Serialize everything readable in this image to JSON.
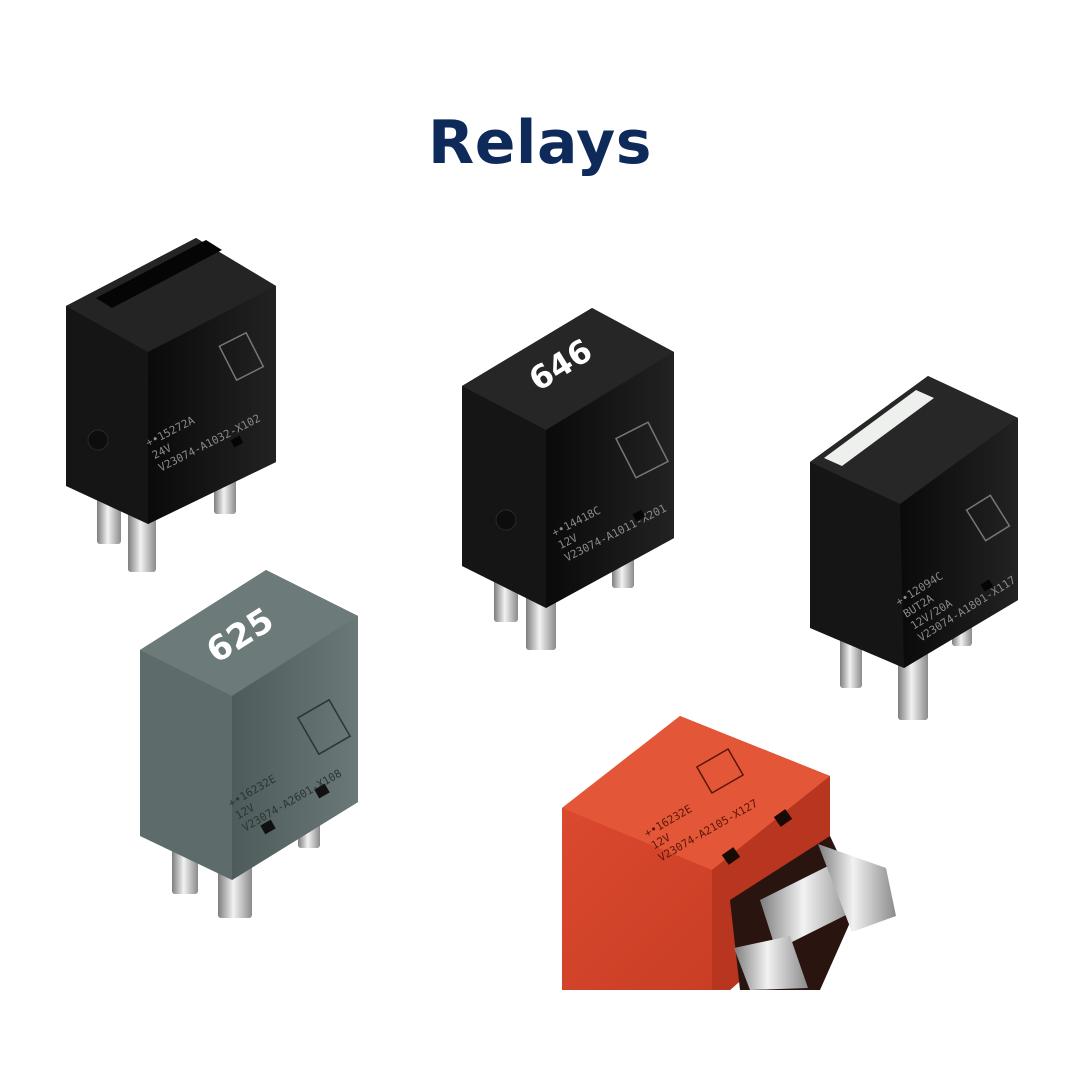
{
  "title": "Relays",
  "colors": {
    "title": "#0e2a5a",
    "background": "#ffffff",
    "relay_black": "#141414",
    "relay_gray": "#5d6b6b",
    "relay_red": "#d8432a"
  },
  "relays": [
    {
      "color_name": "black",
      "lines": [
        "+•15272A",
        "24V",
        "V23074-A1032-X102"
      ]
    },
    {
      "color_name": "black",
      "code": "646",
      "lines": [
        "+•14418C",
        "12V",
        "V23074-A1011-X201"
      ]
    },
    {
      "color_name": "black",
      "lines": [
        "+•12094C",
        "BUT2A",
        "12V/20A",
        "V23074-A1801-X117"
      ]
    },
    {
      "color_name": "gray",
      "code": "625",
      "lines": [
        "+•16232E",
        "12V",
        "V23074-A2601-X108"
      ]
    },
    {
      "color_name": "red",
      "lines": [
        "+•16232E",
        "12V",
        "V23074-A2105-X127"
      ]
    }
  ]
}
